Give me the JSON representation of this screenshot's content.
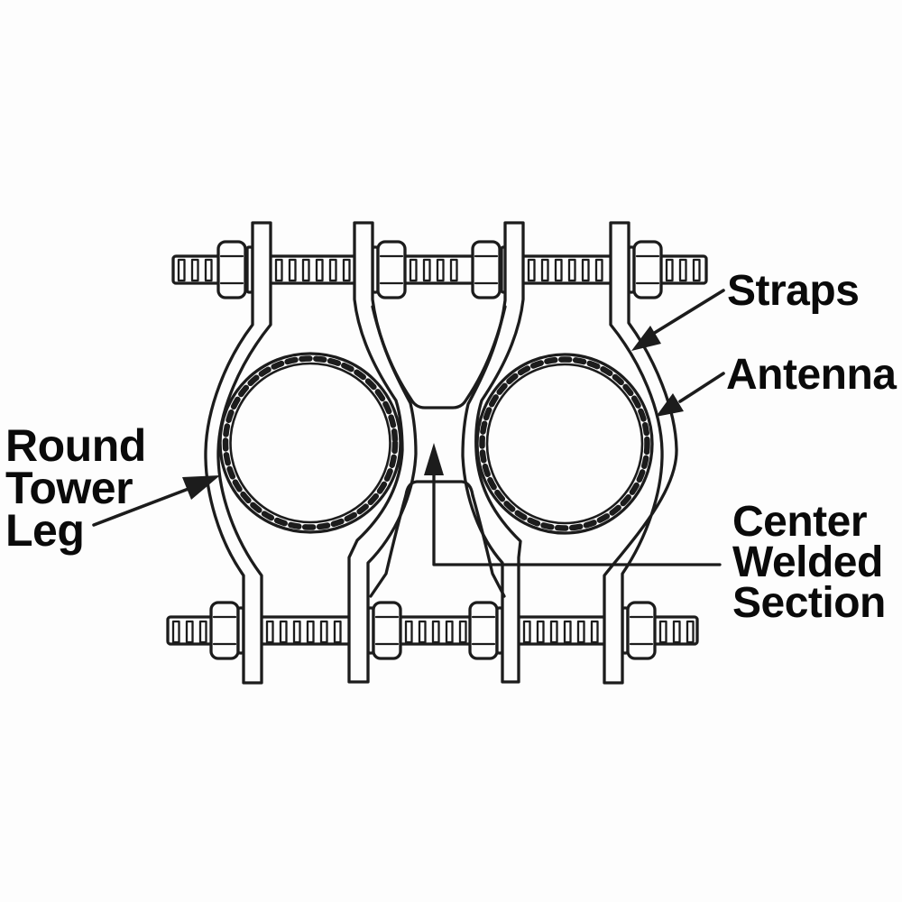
{
  "figure": {
    "type": "technical-line-drawing",
    "subject": "antenna-to-tower-leg clamp, top view",
    "labels": {
      "straps": "Straps",
      "antenna": "Antenna",
      "round_tower_leg": [
        "Round",
        "Tower",
        "Leg"
      ],
      "center_welded_section": [
        "Center",
        "Welded",
        "Section"
      ]
    },
    "colors": {
      "line": "#1c1c1c",
      "text": "#0a0a0a",
      "background": "#fdfdfd"
    }
  }
}
